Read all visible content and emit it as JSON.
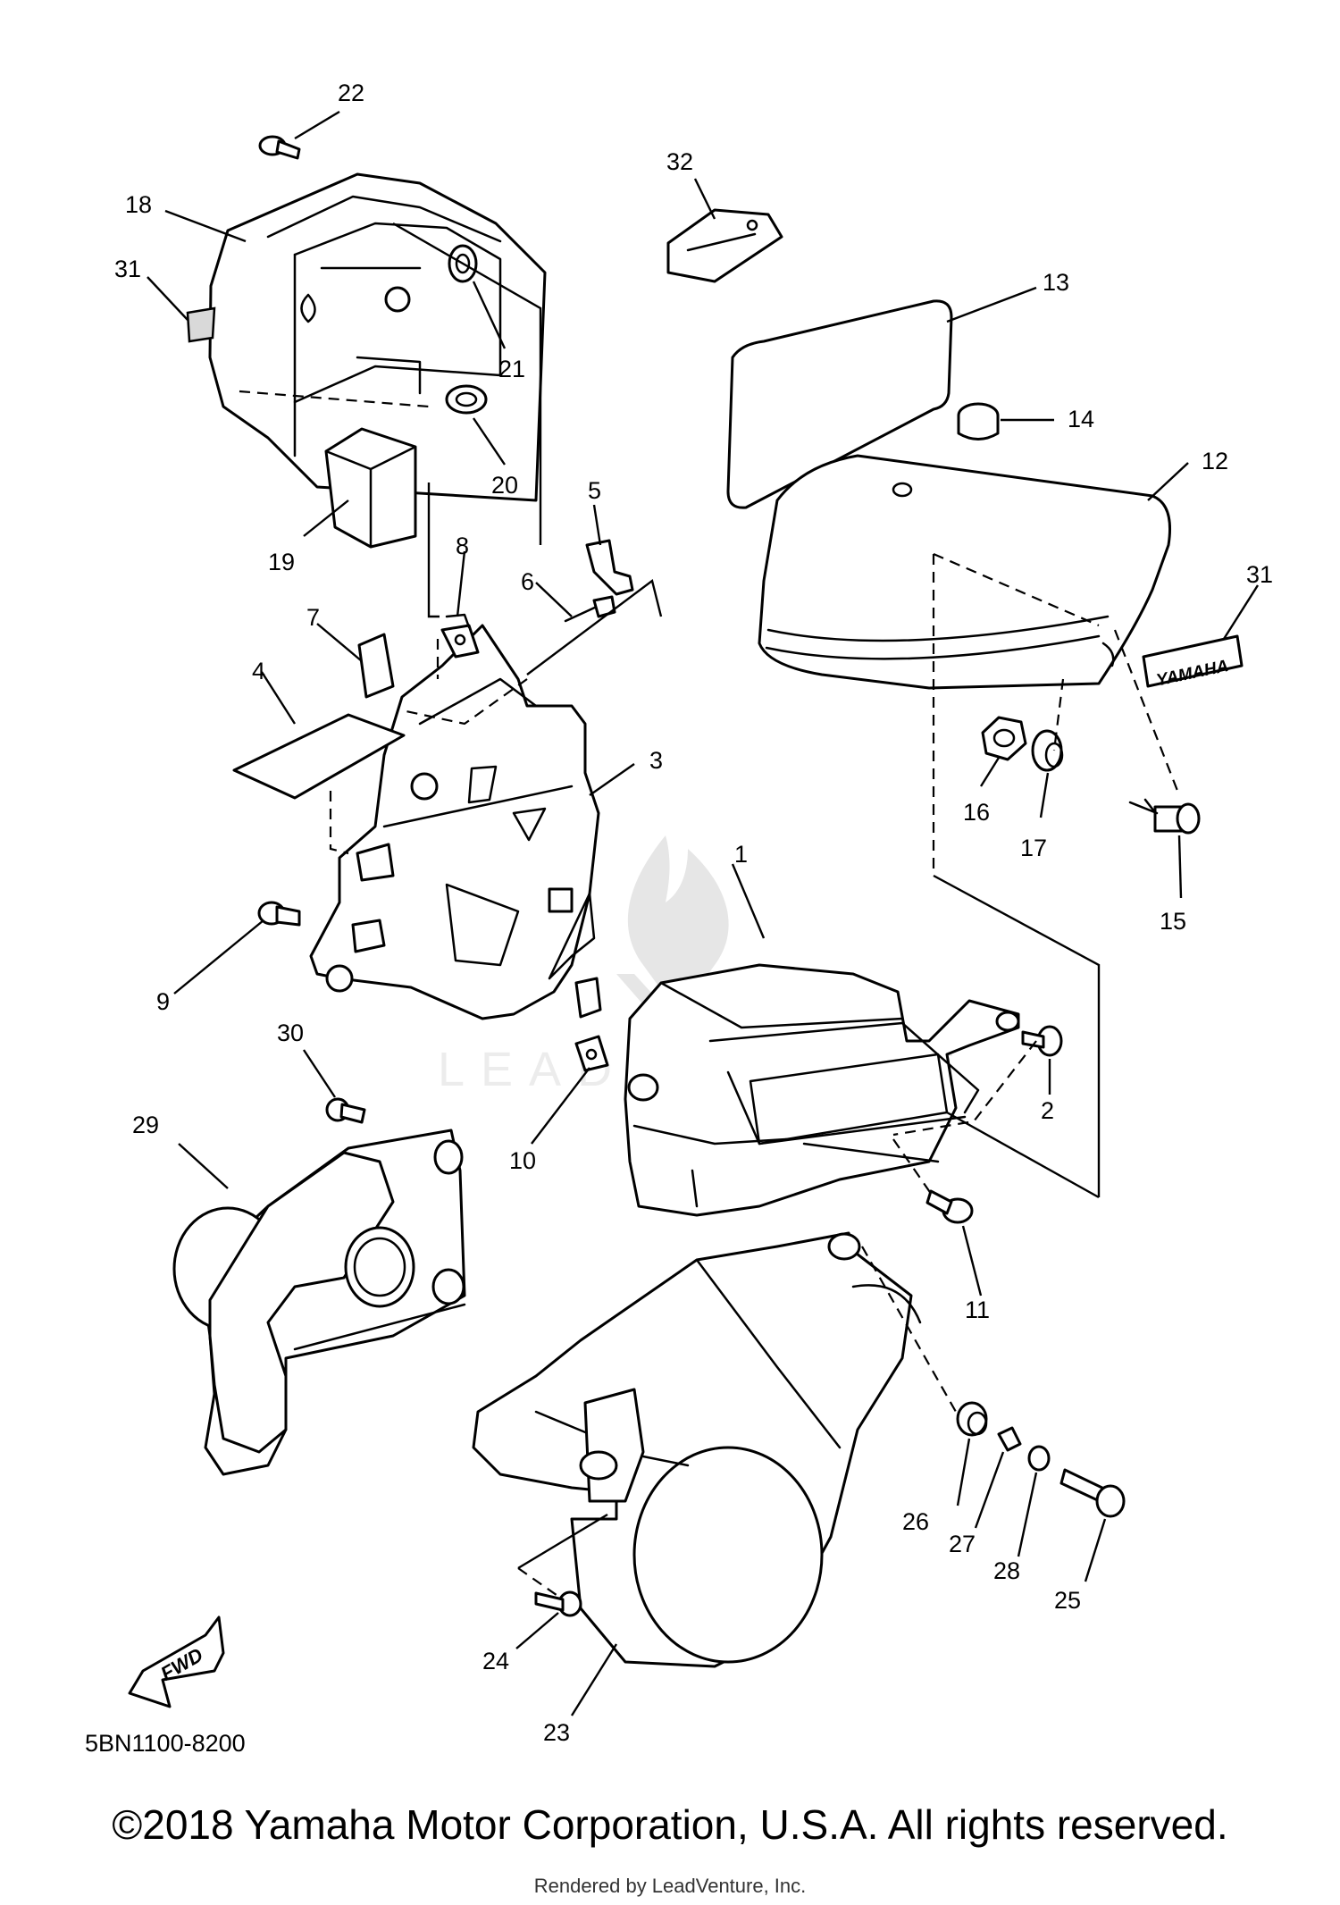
{
  "diagram_code": "5BN1100-8200",
  "copyright": "©2018 Yamaha Motor Corporation, U.S.A. All rights reserved.",
  "rendered_by": "Rendered by LeadVenture, Inc.",
  "watermark": "LEADVENTURE",
  "fwd_label": "FWD",
  "emblem_text": "YAMAHA",
  "callouts": [
    "1",
    "2",
    "3",
    "4",
    "5",
    "6",
    "7",
    "8",
    "9",
    "10",
    "11",
    "12",
    "13",
    "14",
    "15",
    "16",
    "17",
    "18",
    "19",
    "20",
    "21",
    "22",
    "23",
    "24",
    "25",
    "26",
    "27",
    "28",
    "29",
    "30",
    "31",
    "32"
  ]
}
